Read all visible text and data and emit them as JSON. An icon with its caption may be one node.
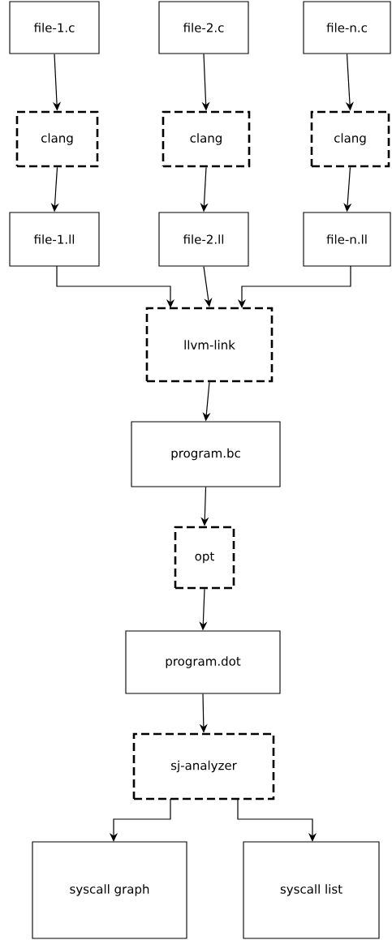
{
  "diagram": {
    "nodes": [
      {
        "text": [
          "file-1.c"
        ]
      },
      {
        "text": [
          "file-2.c"
        ]
      },
      {
        "text": [
          "file-n.c"
        ]
      },
      {
        "text": [
          "clang"
        ]
      },
      {
        "text": [
          "clang"
        ]
      },
      {
        "text": [
          "clang"
        ]
      },
      {
        "text": [
          "file-1.ll"
        ]
      },
      {
        "text": [
          "file-2.ll"
        ]
      },
      {
        "text": [
          "file-n.ll"
        ]
      },
      {
        "text": [
          "llvm-link"
        ]
      },
      {
        "text": [
          "program.bc"
        ]
      },
      {
        "text": [
          "opt"
        ]
      },
      {
        "text": [
          "program.dot"
        ]
      },
      {
        "text": [
          "sj-analyzer"
        ]
      },
      {
        "text": [
          "syscall graph"
        ]
      },
      {
        "text": [
          "syscall list"
        ]
      }
    ],
    "edges": [
      {
        "from": 0,
        "to": 3,
        "arrow": "to"
      },
      {
        "from": 1,
        "to": 4,
        "arrow": "to"
      },
      {
        "from": 2,
        "to": 5,
        "arrow": "to"
      },
      {
        "from": 3,
        "to": 6,
        "arrow": "to"
      },
      {
        "from": 4,
        "to": 7,
        "arrow": "to"
      },
      {
        "from": 5,
        "to": 8,
        "arrow": "to"
      },
      {
        "from": 6,
        "to": 9,
        "arrow": "to"
      },
      {
        "from": 7,
        "to": 9,
        "arrow": "to"
      },
      {
        "from": 8,
        "to": 9,
        "arrow": "to"
      },
      {
        "from": 9,
        "to": 10,
        "arrow": "to"
      },
      {
        "from": 10,
        "to": 11,
        "arrow": "to"
      },
      {
        "from": 11,
        "to": 12,
        "arrow": "to"
      },
      {
        "from": 12,
        "to": 13,
        "arrow": "to"
      },
      {
        "from": 13,
        "to": 14,
        "arrow": "to"
      },
      {
        "from": 13,
        "to": 15,
        "arrow": "to"
      }
    ]
  }
}
